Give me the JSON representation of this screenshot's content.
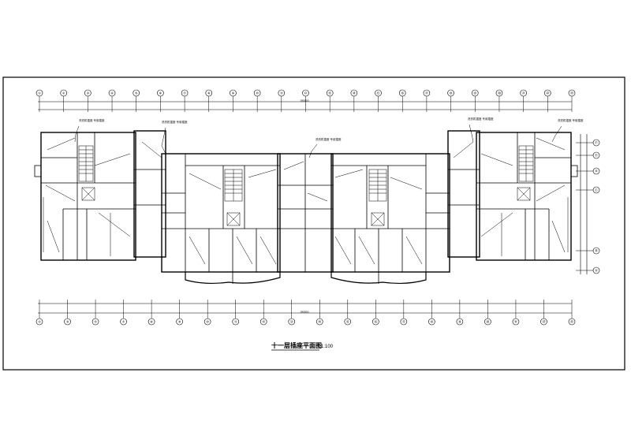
{
  "drawing": {
    "title_main": "十一层插座平面图",
    "title_scale": "1:100"
  },
  "axes_top": [
    "①",
    "②",
    "③",
    "④",
    "⑤",
    "⑥",
    "⑦",
    "⑧",
    "⑨",
    "⑩",
    "⑪",
    "⑫",
    "⑬",
    "⑭",
    "⑮",
    "⑯",
    "⑰",
    "⑱",
    "⑲",
    "⑳",
    "㉑",
    "㉒",
    "㉓"
  ],
  "axes_bottom": [
    "①",
    "③",
    "⑤",
    "⑦",
    "⑧",
    "⑨",
    "⑩",
    "⑪",
    "⑫",
    "⑬",
    "⑭",
    "⑮",
    "⑯",
    "⑰",
    "⑱",
    "⑲",
    "⑳",
    "㉑",
    "㉒",
    "㉓"
  ],
  "axes_right": [
    "Ⓕ",
    "Ⓔ",
    "Ⓓ",
    "Ⓒ",
    "Ⓑ",
    "Ⓐ"
  ],
  "callouts": [
    "洗衣机插座 专用插座",
    "洗衣机插座 专用插座",
    "洗衣机插座 专用插座",
    "洗衣机插座 专用插座",
    "洗衣机插座 专用插座"
  ],
  "total_dimension": "39300",
  "colors": {
    "line": "#000000",
    "paper": "#ffffff"
  }
}
